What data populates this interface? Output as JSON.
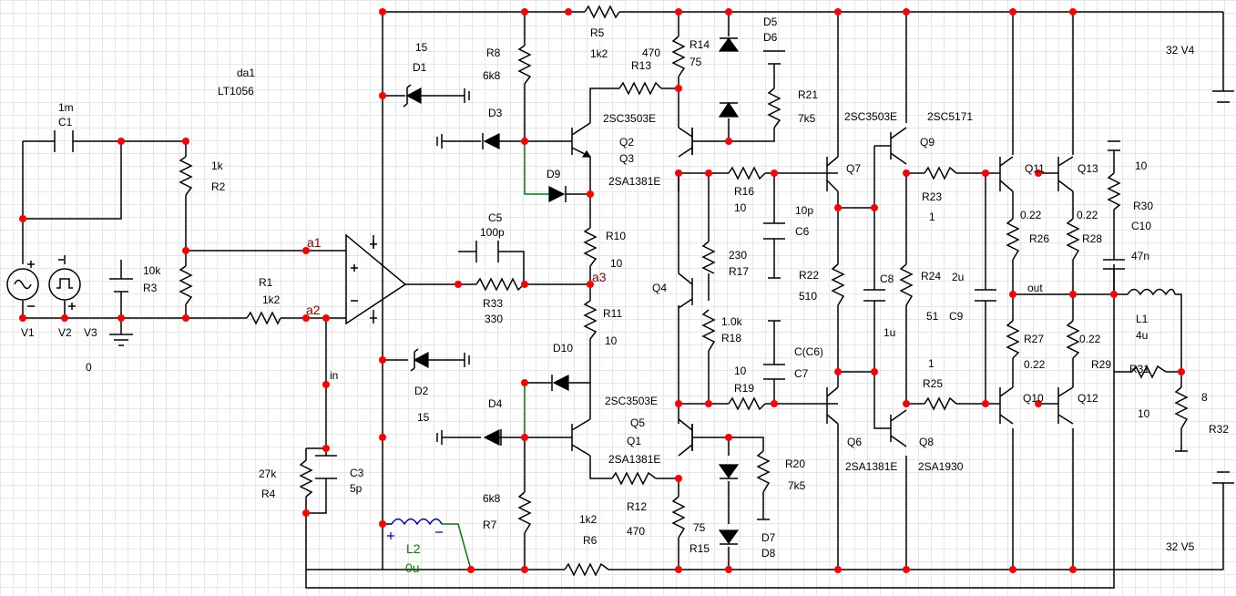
{
  "labels": [
    [
      "D1",
      "15"
    ],
    [
      "D1",
      "D1"
    ],
    [
      "da1",
      "da1"
    ],
    [
      "da1",
      "LT1056"
    ],
    [
      "C1",
      "1m"
    ],
    [
      "C1",
      "C1"
    ],
    [
      "R2",
      "1k"
    ],
    [
      "R2",
      "R2"
    ],
    [
      "R3",
      "10k"
    ],
    [
      "R3",
      "R3"
    ],
    [
      "R1",
      "R1"
    ],
    [
      "R1",
      "1k2"
    ],
    [
      "V1",
      "V1"
    ],
    [
      "V2",
      "V2"
    ],
    [
      "V3",
      "V3"
    ],
    [
      "V3",
      "0"
    ],
    [
      "R8",
      "R8"
    ],
    [
      "R8",
      "6k8"
    ],
    [
      "D3",
      "D3"
    ],
    [
      "R5",
      "R5"
    ],
    [
      "R5",
      "1k2"
    ],
    [
      "R13",
      "470"
    ],
    [
      "R13",
      "R13"
    ],
    [
      "R14",
      "R14"
    ],
    [
      "R14",
      "75"
    ],
    [
      "D5",
      "D5"
    ],
    [
      "D6",
      "D6"
    ],
    [
      "R21",
      "R21"
    ],
    [
      "R21",
      "7k5"
    ],
    [
      "Q2",
      "2SC3503E"
    ],
    [
      "Q2",
      "Q2"
    ],
    [
      "Q3",
      "Q3"
    ],
    [
      "Q3",
      "2SA1381E"
    ],
    [
      "D9",
      "D9"
    ],
    [
      "C5",
      "C5"
    ],
    [
      "C5",
      "100p"
    ],
    [
      "R33",
      "R33"
    ],
    [
      "R33",
      "330"
    ],
    [
      "R10",
      "R10"
    ],
    [
      "R10",
      "10"
    ],
    [
      "R11",
      "R11"
    ],
    [
      "R11",
      "10"
    ],
    [
      "Q4",
      "Q4"
    ],
    [
      "R16",
      "R16"
    ],
    [
      "R16",
      "10"
    ],
    [
      "R17",
      "230"
    ],
    [
      "R17",
      "R17"
    ],
    [
      "R18",
      "1.0k"
    ],
    [
      "R18",
      "R18"
    ],
    [
      "C6",
      "10p"
    ],
    [
      "C6",
      "C6"
    ],
    [
      "C7",
      "C(C6)"
    ],
    [
      "C7",
      "10"
    ],
    [
      "C7",
      "C7"
    ],
    [
      "R19",
      "R19"
    ],
    [
      "Q7",
      "2SC3503E"
    ],
    [
      "Q7",
      "Q7"
    ],
    [
      "R22",
      "R22"
    ],
    [
      "R22",
      "510"
    ],
    [
      "C8",
      "C8"
    ],
    [
      "C8",
      "1u"
    ],
    [
      "Q9",
      "2SC5171"
    ],
    [
      "Q9",
      "Q9"
    ],
    [
      "R24",
      "R24"
    ],
    [
      "R24",
      "51"
    ],
    [
      "R23",
      "R23"
    ],
    [
      "R23",
      "1"
    ],
    [
      "C9",
      "2u"
    ],
    [
      "C9",
      "C9"
    ],
    [
      "R25",
      "1"
    ],
    [
      "R25",
      "R25"
    ],
    [
      "Q11",
      "Q11"
    ],
    [
      "Q13",
      "Q13"
    ],
    [
      "R26",
      "0.22"
    ],
    [
      "R26",
      "R26"
    ],
    [
      "R28",
      "0.22"
    ],
    [
      "R28",
      "R28"
    ],
    [
      "R30",
      "10"
    ],
    [
      "R30",
      "R30"
    ],
    [
      "C10",
      "C10"
    ],
    [
      "C10",
      "47n"
    ],
    [
      "V4",
      "32 V4"
    ],
    [
      "out",
      "out"
    ],
    [
      "L1",
      "L1"
    ],
    [
      "L1",
      "4u"
    ],
    [
      "R27",
      "0.22"
    ],
    [
      "R27",
      "R27"
    ],
    [
      "R29",
      "0.22"
    ],
    [
      "R29",
      "R29"
    ],
    [
      "Q10",
      "Q10"
    ],
    [
      "Q12",
      "Q12"
    ],
    [
      "R31",
      "R31"
    ],
    [
      "R31",
      "10"
    ],
    [
      "R32",
      "8"
    ],
    [
      "R32",
      "R32"
    ],
    [
      "V5",
      "32 V5"
    ],
    [
      "Q6",
      "Q6"
    ],
    [
      "Q6",
      "2SA1381E"
    ],
    [
      "Q8",
      "Q8"
    ],
    [
      "Q8",
      "2SA1930"
    ],
    [
      "Q5",
      "2SC3503E"
    ],
    [
      "Q5",
      "Q5"
    ],
    [
      "Q1",
      "Q1"
    ],
    [
      "Q1",
      "2SA1381E"
    ],
    [
      "R20",
      "R20"
    ],
    [
      "R20",
      "7k5"
    ],
    [
      "R12",
      "R12"
    ],
    [
      "R12",
      "470"
    ],
    [
      "R15",
      "75"
    ],
    [
      "R15",
      "R15"
    ],
    [
      "D7",
      "D7"
    ],
    [
      "D8",
      "D8"
    ],
    [
      "R6",
      "1k2"
    ],
    [
      "R6",
      "R6"
    ],
    [
      "R7",
      "6k8"
    ],
    [
      "R7",
      "R7"
    ],
    [
      "D4",
      "D4"
    ],
    [
      "D2",
      "D2"
    ],
    [
      "D2",
      "15"
    ],
    [
      "D10",
      "D10"
    ],
    [
      "R4",
      "27k"
    ],
    [
      "R4",
      "R4"
    ],
    [
      "C3",
      "C3"
    ],
    [
      "C3",
      "5p"
    ],
    [
      "in",
      "in"
    ]
  ],
  "nodes": [
    "a1",
    "a2",
    "a3"
  ],
  "l2": [
    "L2",
    "0u"
  ],
  "colors": {
    "wire": "#000000",
    "node": "#ff0000",
    "netname": "#8b0000",
    "l2wire": "#008000",
    "l2coil": "#0000cc",
    "grid": "#e6e6e6"
  }
}
